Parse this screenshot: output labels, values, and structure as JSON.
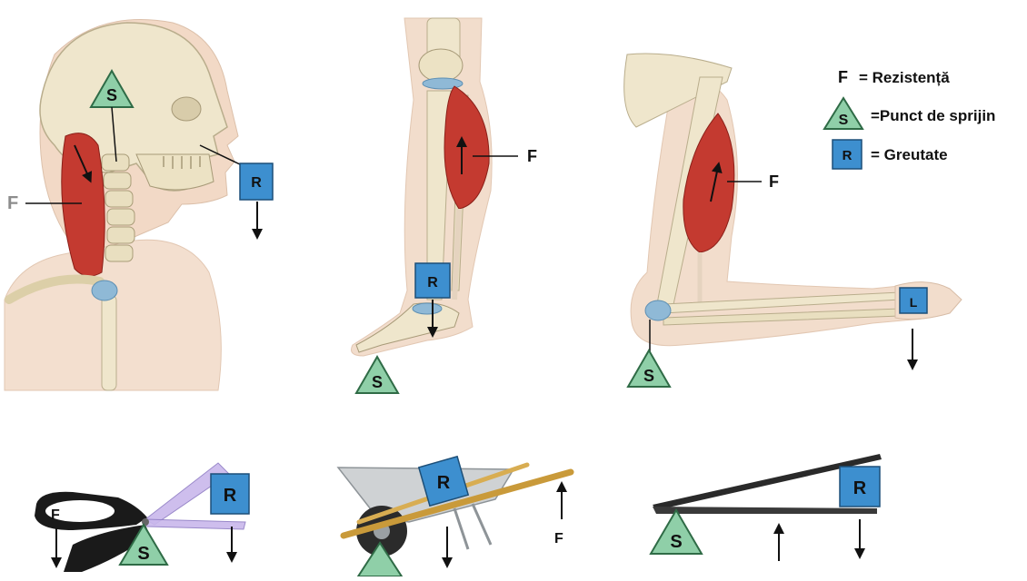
{
  "symbols": {
    "force": "F",
    "support": "S",
    "resistance": "R",
    "load": "L"
  },
  "legend": {
    "force_text": "= Rezistență",
    "support_text": "=Punct de sprijin",
    "resistance_text": "= Greutate"
  },
  "colors": {
    "support_fill": "#8fcfa8",
    "resistance_fill": "#3d8fcf",
    "muscle": "#c43a30",
    "bone": "#efe6cc",
    "skin": "#f2d9c6",
    "joint": "#8fb9d6"
  }
}
